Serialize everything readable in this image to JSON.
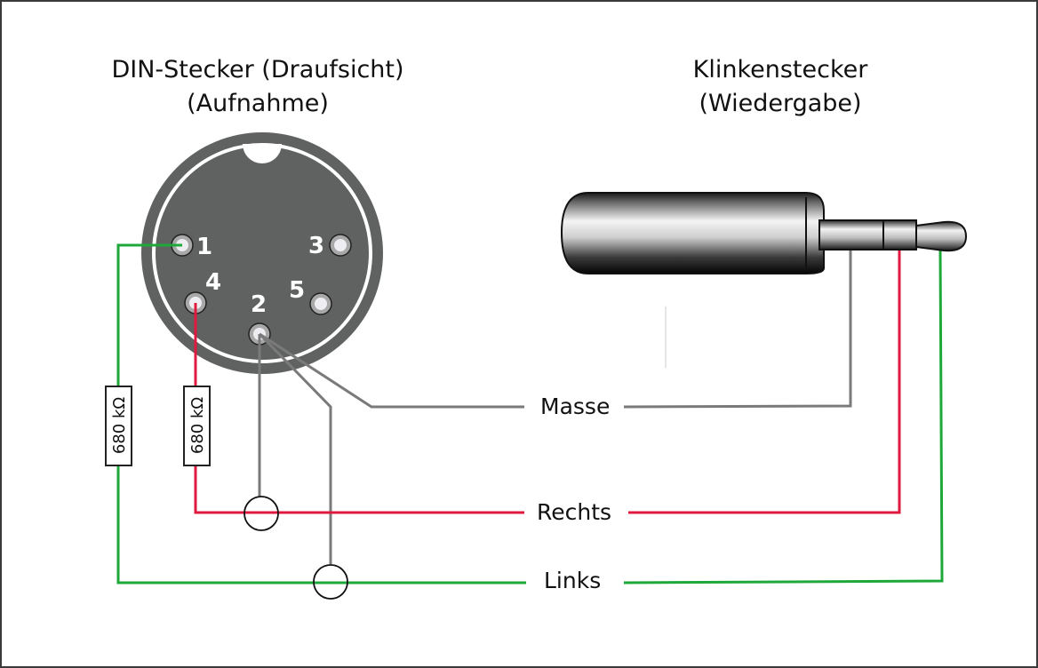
{
  "din_connector": {
    "title_line1": "DIN-Stecker (Draufsicht)",
    "title_line2": "(Aufnahme)",
    "pins": [
      {
        "label": "1"
      },
      {
        "label": "2"
      },
      {
        "label": "3"
      },
      {
        "label": "4"
      },
      {
        "label": "5"
      }
    ]
  },
  "jack_connector": {
    "title_line1": "Klinkenstecker",
    "title_line2": "(Wiedergabe)"
  },
  "resistors": [
    {
      "label": "680 kΩ"
    },
    {
      "label": "680 kΩ"
    }
  ],
  "wires": {
    "masse": "Masse",
    "rechts": "Rechts",
    "links": "Links"
  },
  "colors": {
    "ground": "#7a7a7a",
    "right": "#e0193f",
    "left": "#1fa83a",
    "connector_body": "#5f6260"
  }
}
